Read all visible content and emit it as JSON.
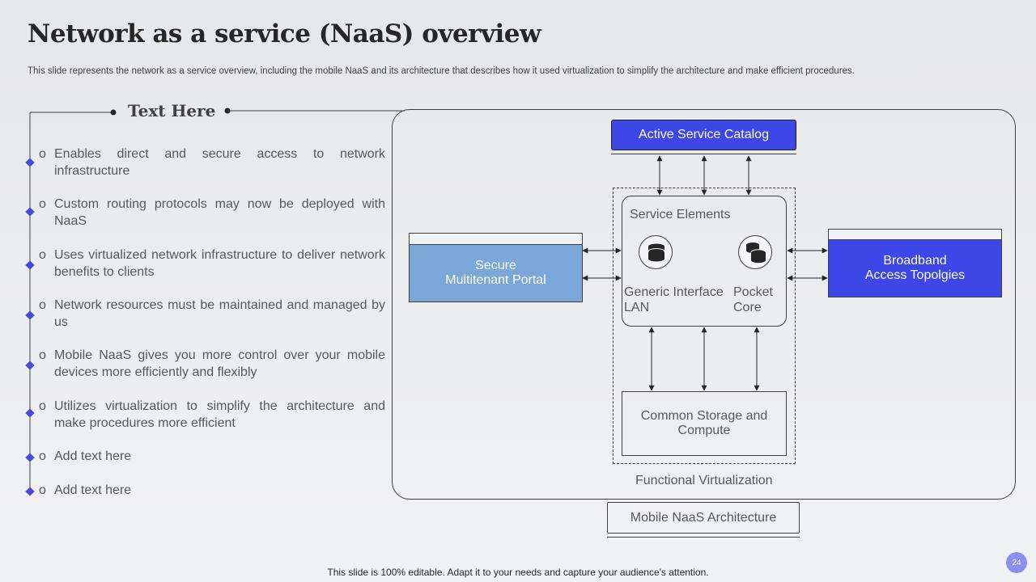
{
  "slide": {
    "title": "Network as a service (NaaS) overview",
    "subtitle": "This slide represents the network as a service overview, including the mobile NaaS and its architecture that describes how it used virtualization to simplify the architecture and make efficient procedures.",
    "footer": "This slide is 100% editable. Adapt it to your needs and capture your audience's attention.",
    "page_number": "24"
  },
  "left_panel": {
    "heading": "Text Here",
    "bullet_marker": "o",
    "bullets": [
      "Enables direct and secure access to network infrastructure",
      "Custom routing protocols may now be deployed with NaaS",
      "Uses virtualized network infrastructure to deliver network benefits to clients",
      "Network resources must be maintained and managed by us",
      "Mobile NaaS gives you more control over your mobile devices more efficiently and flexibly",
      "Utilizes virtualization to simplify the architecture and make procedures more efficient",
      "Add text here",
      "Add text here"
    ]
  },
  "diagram": {
    "active_service_catalog": "Active Service Catalog",
    "secure_portal_line1": "Secure",
    "secure_portal_line2": "Multitenant Portal",
    "broadband_line1": "Broadband",
    "broadband_line2": "Access Topolgies",
    "service_elements": "Service Elements",
    "generic_interface_line1": "Generic Interface",
    "generic_interface_line2": "LAN",
    "pocket_core_line1": "Pocket",
    "pocket_core_line2": "Core",
    "common_storage_line1": "Common Storage and",
    "common_storage_line2": "Compute",
    "functional_virtualization": "Functional Virtualization",
    "architecture_label": "Mobile NaaS Architecture"
  },
  "colors": {
    "accent_blue": "#3d46e6",
    "light_blue": "#7aa6d8",
    "page_badge": "#8c8ff0"
  }
}
